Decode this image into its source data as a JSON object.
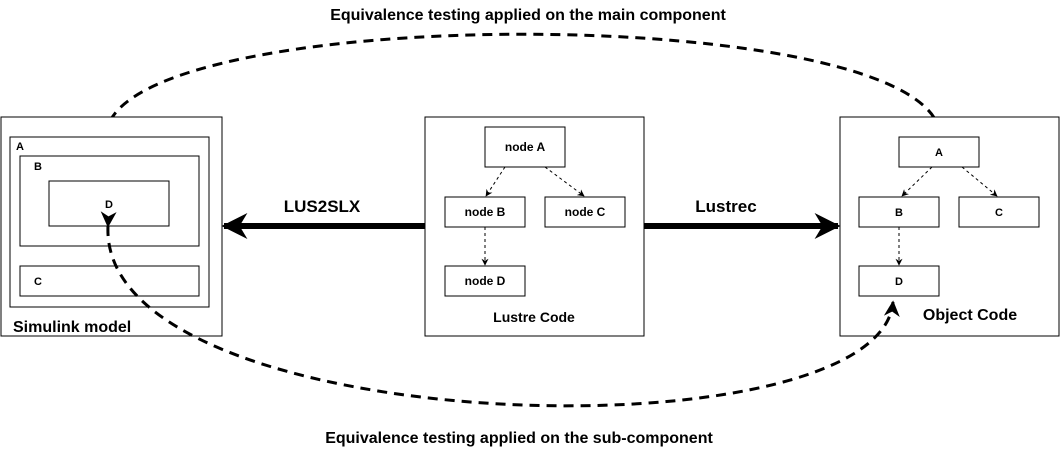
{
  "top_banner": "Equivalence testing applied on the main component",
  "bottom_banner": "Equivalence testing applied on the sub-component",
  "simulink": {
    "caption": "Simulink model",
    "block_a": "A",
    "block_b": "B",
    "block_c": "C",
    "block_d": "D"
  },
  "lustre": {
    "caption": "Lustre Code",
    "node_a": "node A",
    "node_b": "node B",
    "node_c": "node C",
    "node_d": "node D"
  },
  "object_code": {
    "caption": "Object Code",
    "node_a": "A",
    "node_b": "B",
    "node_c": "C",
    "node_d": "D"
  },
  "arrows": {
    "left_label": "LUS2SLX",
    "right_label": "Lustrec"
  }
}
